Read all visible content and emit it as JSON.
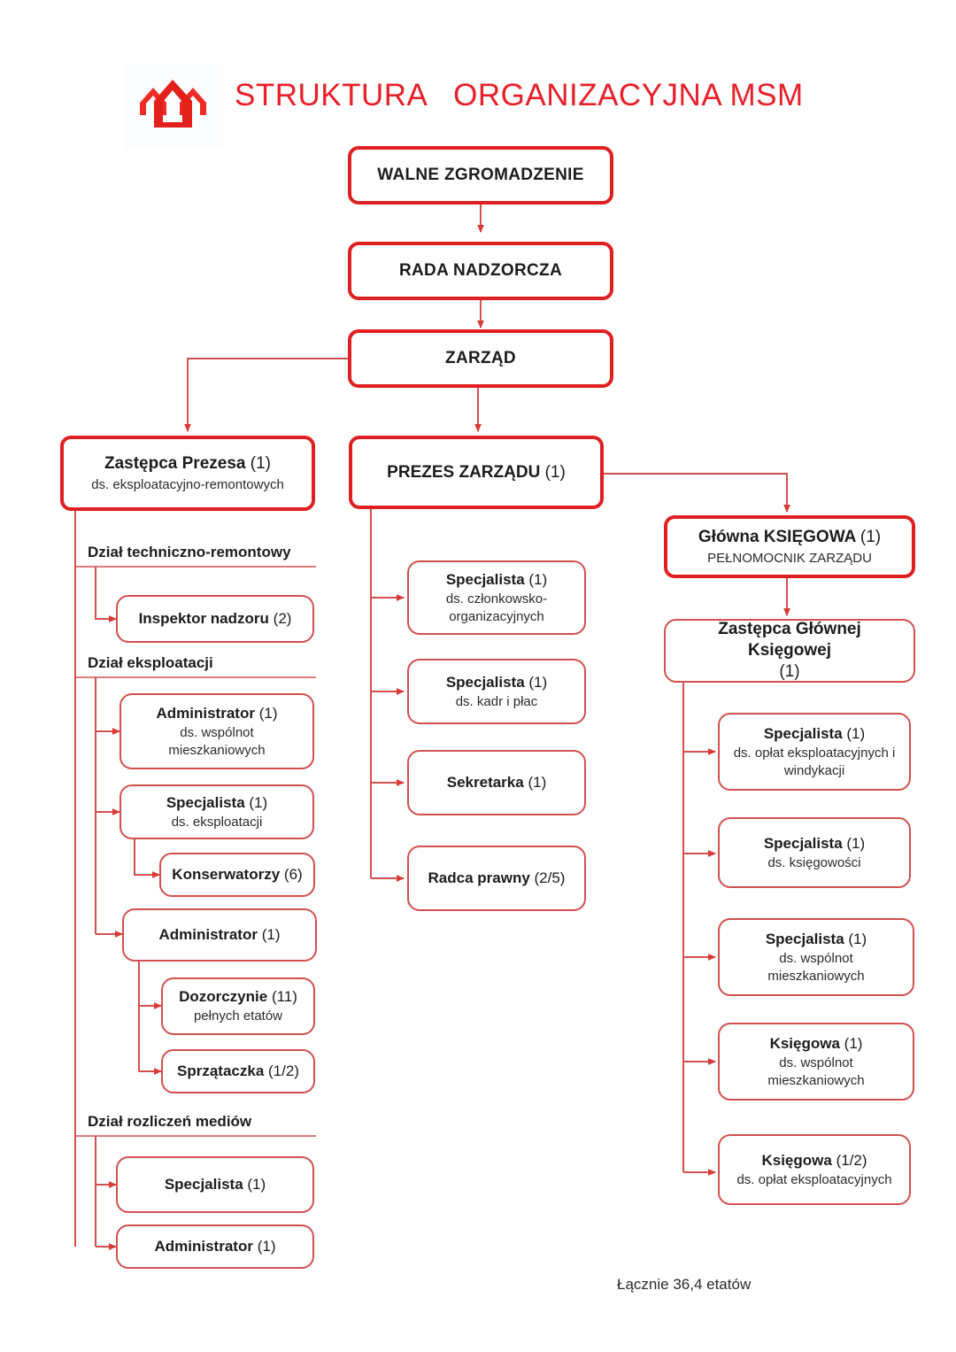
{
  "header": {
    "title": "STRUKTURA   ORGANIZACYJNA MSM",
    "logo_name": "msm-house-logo",
    "title_color": "#e8202a"
  },
  "colors": {
    "primary_border": "#e02020",
    "sub_border": "#d2504f",
    "connector": "#d2504f",
    "text": "#1c1c1c"
  },
  "tier": [
    {
      "label": "WALNE ZGROMADZENIE"
    },
    {
      "label": "RADA NADZORCZA"
    },
    {
      "label": "ZARZĄD"
    }
  ],
  "executives": {
    "vice_president": {
      "title": "Zastępca Prezesa",
      "count": "(1)",
      "subtitle": "ds. eksploatacyjno-remontowych"
    },
    "president": {
      "title": "PREZES ZARZĄDU",
      "count": "(1)",
      "subtitle": ""
    },
    "chief_accountant": {
      "title": "Główna   KSIĘGOWA",
      "count": "(1)",
      "subtitle": "PEŁNOMOCNIK ZARZĄDU"
    },
    "deputy_chief_accountant": {
      "title": "Zastępca Głównej Księgowej",
      "count": "(1)",
      "subtitle": ""
    }
  },
  "left_column": {
    "departments": [
      {
        "name": "Dział techniczno-remontowy"
      },
      {
        "name": "Dział eksploatacji"
      },
      {
        "name": "Dział rozliczeń mediów"
      }
    ],
    "boxes": [
      {
        "title": "Inspektor nadzoru",
        "count": "(2)",
        "subtitle": ""
      },
      {
        "title": "Administrator",
        "count": "(1)",
        "subtitle": "ds. wspólnot\nmieszkaniowych"
      },
      {
        "title": "Specjalista",
        "count": "(1)",
        "subtitle": "ds. eksploatacji"
      },
      {
        "title": "Konserwatorzy",
        "count": "(6)",
        "subtitle": ""
      },
      {
        "title": "Administrator",
        "count": "(1)",
        "subtitle": ""
      },
      {
        "title": "Dozorczynie",
        "count": "(11)",
        "subtitle": "pełnych etatów"
      },
      {
        "title": "Sprzątaczka",
        "count": "(1/2)",
        "subtitle": ""
      },
      {
        "title": "Specjalista",
        "count": "(1)",
        "subtitle": ""
      },
      {
        "title": "Administrator",
        "count": "(1)",
        "subtitle": ""
      }
    ]
  },
  "middle_column": {
    "boxes": [
      {
        "title": "Specjalista",
        "count": "(1)",
        "subtitle": "ds. członkowsko-\norganizacyjnych"
      },
      {
        "title": "Specjalista",
        "count": "(1)",
        "subtitle": "ds. kadr i płac"
      },
      {
        "title": "Sekretarka",
        "count": "(1)",
        "subtitle": ""
      },
      {
        "title": "Radca prawny",
        "count": "(2/5)",
        "subtitle": ""
      }
    ]
  },
  "right_column": {
    "boxes": [
      {
        "title": "Specjalista",
        "count": "(1)",
        "subtitle": "ds. opłat eksploatacyjnych i\nwindykacji"
      },
      {
        "title": "Specjalista",
        "count": "(1)",
        "subtitle": "ds. księgowości"
      },
      {
        "title": "Specjalista",
        "count": "(1)",
        "subtitle": "ds. wspólnot\nmieszkaniowych"
      },
      {
        "title": "Księgowa",
        "count": "(1)",
        "subtitle": "ds. wspólnot\nmieszkaniowych"
      },
      {
        "title": "Księgowa",
        "count": "(1/2)",
        "subtitle": "ds. opłat eksploatacyjnych"
      }
    ]
  },
  "footer": {
    "total": "Łącznie 36,4 etatów"
  }
}
